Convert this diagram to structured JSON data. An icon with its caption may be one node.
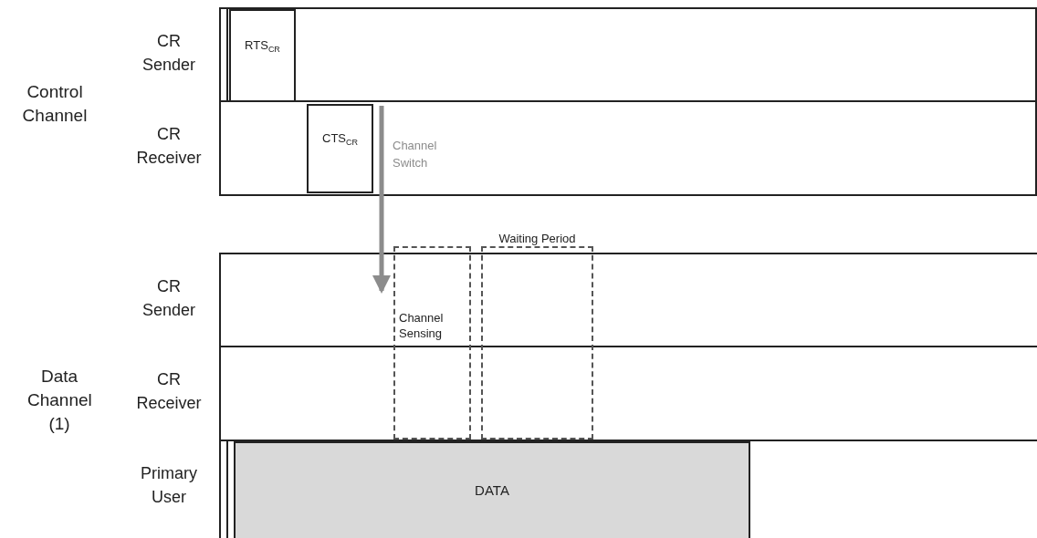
{
  "diagram": {
    "nodes": [
      {
        "text": [
          "CR Sender"
        ]
      },
      {
        "text": [
          "RTS$_{CR}$"
        ],
        "in": 0
      },
      {
        "text": [
          "CR Receiver"
        ]
      },
      {
        "text": [
          "CTS$_{CR}$"
        ],
        "in": 2
      },
      {
        "text": [
          "CR Sender"
        ]
      },
      {
        "text": [
          "CR Receiver"
        ]
      },
      {
        "text": [
          "Primary User"
        ]
      },
      {
        "text": [
          "DATA"
        ],
        "in": 6
      },
      {
        "text": [
          "Channel Sensing"
        ]
      },
      {
        "text": [
          "Waiting Period"
        ]
      }
    ],
    "edges": [
      {
        "from": 2,
        "to": 4,
        "arrow": "to",
        "label": "Channel Switch",
        "color": "#8c8c8c"
      }
    ],
    "labels": [
      "Control Channel",
      "Data Channel (1)"
    ]
  }
}
